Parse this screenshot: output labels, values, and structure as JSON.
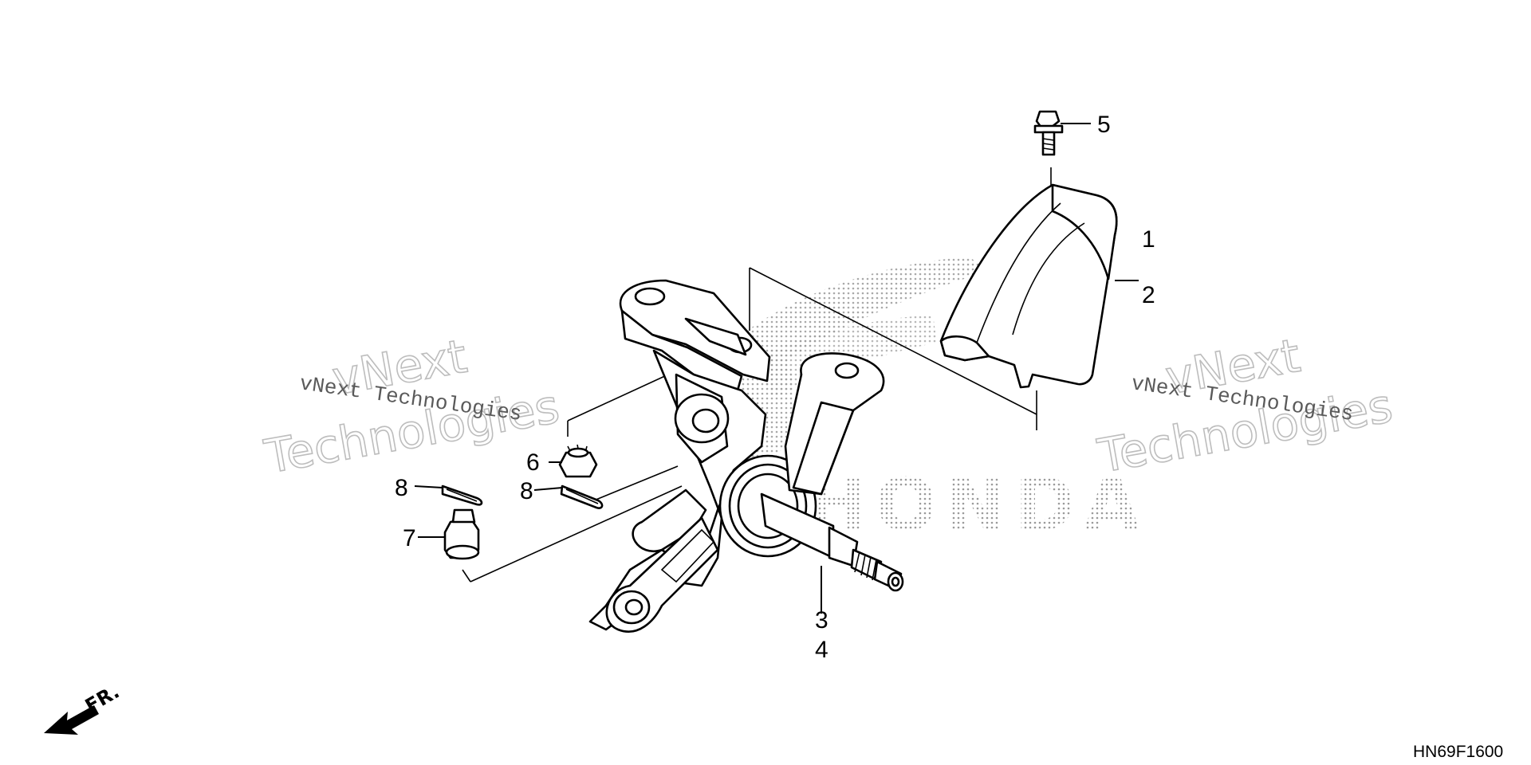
{
  "diagram": {
    "callouts": [
      {
        "id": "c1",
        "text": "1"
      },
      {
        "id": "c2",
        "text": "2"
      },
      {
        "id": "c3",
        "text": "3"
      },
      {
        "id": "c4",
        "text": "4"
      },
      {
        "id": "c5",
        "text": "5"
      },
      {
        "id": "c6",
        "text": "6"
      },
      {
        "id": "c7",
        "text": "7"
      },
      {
        "id": "c8a",
        "text": "8"
      },
      {
        "id": "c8b",
        "text": "8"
      }
    ],
    "code": "HN69F1600",
    "direction_label": "FR.",
    "watermark": {
      "left_small": "vNext Technologies",
      "left_big_1": "vNext",
      "left_big_2": "Technologies",
      "right_small": "vNext Technologies",
      "right_big_1": "vNext",
      "right_big_2": "Technologies"
    },
    "logo_text": "HONDA"
  }
}
